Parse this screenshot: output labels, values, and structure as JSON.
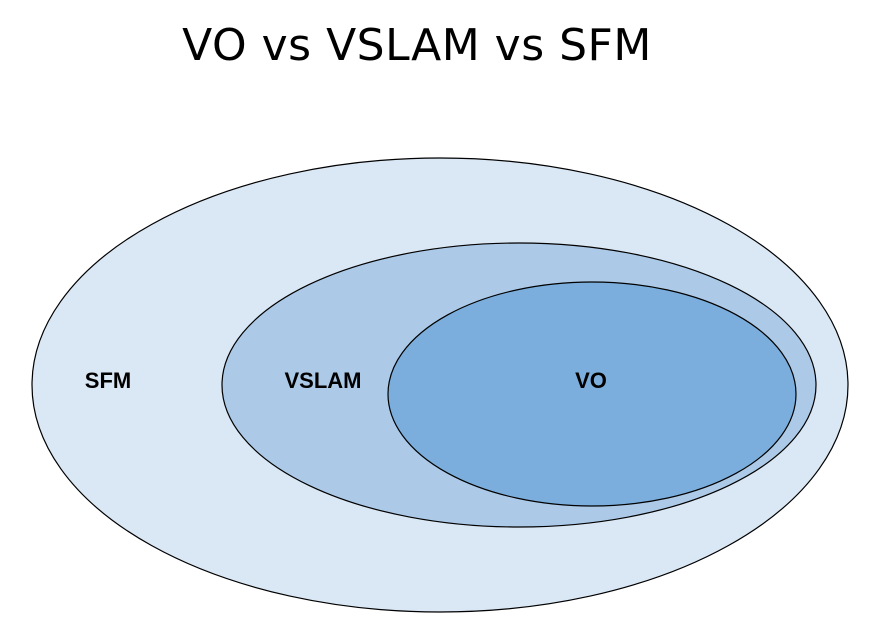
{
  "slide": {
    "title": "VO vs VSLAM vs SFM"
  },
  "diagram": {
    "sets": [
      {
        "id": "sfm",
        "label": "SFM",
        "fill": "#DAE7F4",
        "contains": [
          "vslam"
        ]
      },
      {
        "id": "vslam",
        "label": "VSLAM",
        "fill": "#ACCAE7",
        "contains": [
          "vo"
        ]
      },
      {
        "id": "vo",
        "label": "VO",
        "fill": "#7BAEDC",
        "contains": []
      }
    ],
    "outline_color": "#000000"
  }
}
